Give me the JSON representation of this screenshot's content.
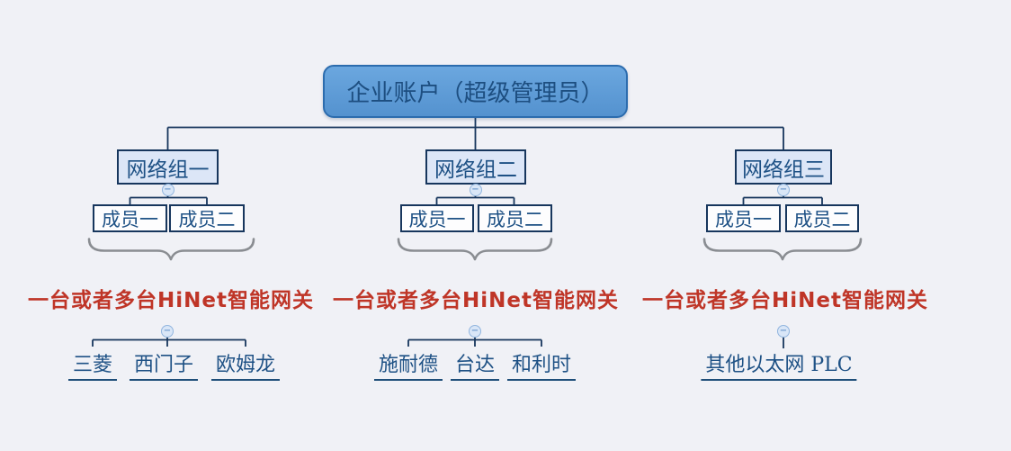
{
  "root": {
    "label": "企业账户（超级管理员）"
  },
  "groups": [
    {
      "label": "网络组一",
      "members": [
        "成员一",
        "成员二"
      ],
      "caption": "一台或者多台HiNet智能网关",
      "brands": [
        "三菱",
        "西门子",
        "欧姆龙"
      ]
    },
    {
      "label": "网络组二",
      "members": [
        "成员一",
        "成员二"
      ],
      "caption": "一台或者多台HiNet智能网关",
      "brands": [
        "施耐德",
        "台达",
        "和利时"
      ]
    },
    {
      "label": "网络组三",
      "members": [
        "成员一",
        "成员二"
      ],
      "caption": "一台或者多台HiNet智能网关",
      "brands": [
        "其他以太网 PLC"
      ]
    }
  ],
  "icons": {
    "collapse_glyph": "−"
  },
  "colors": {
    "background": "#f0f1f6",
    "root_fill": "#5f9ed8",
    "root_border": "#2c6cae",
    "group_fill": "#dce6f7",
    "node_border": "#17365d",
    "topic_text": "#1e5185",
    "caption_red": "#bf3527",
    "connector_line": "#17365d",
    "brace_gray": "#8a8d92"
  }
}
